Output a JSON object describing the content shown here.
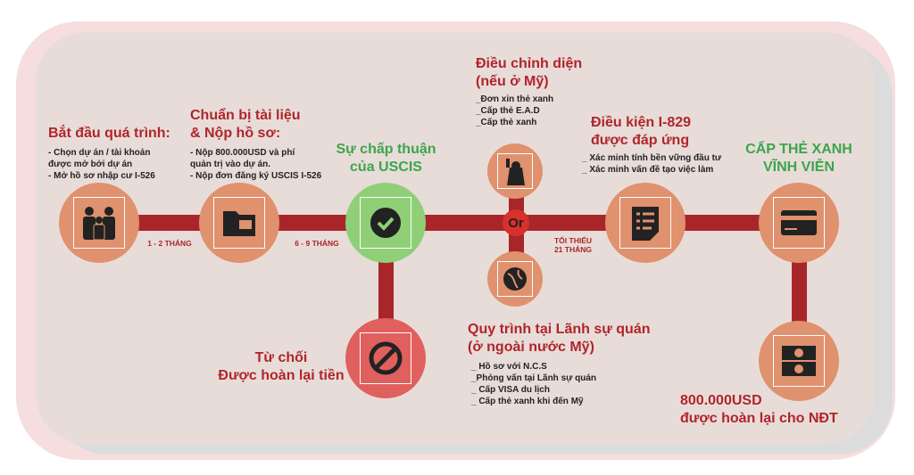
{
  "steps": {
    "start": {
      "title": "Bắt đầu quá trình:",
      "items": "- Chọn dự án / tài khoản\nđược mở bởi dự án\n- Mở hồ sơ nhập cư I-526"
    },
    "prepare": {
      "title1": "Chuẩn bị tài liệu",
      "title2": "& Nộp hồ sơ:",
      "items": "- Nộp 800.000USD và phí\nquản trị vào dự án.\n- Nộp đơn đăng ký USCIS I-526"
    },
    "approval": {
      "title1": "Sự chấp thuận",
      "title2": "của USCIS"
    },
    "adjust": {
      "title1": "Điều chỉnh diện",
      "title2": "(nếu ở Mỹ)",
      "items": "_Đơn xin thẻ xanh\n_Cấp thẻ E.A.D\n_Cấp thẻ xanh"
    },
    "or": "Or",
    "consular": {
      "title1": "Quy trình tại Lãnh sự quán",
      "title2": "(ở ngoài nước Mỹ)",
      "items": "_ Hồ sơ với N.C.S\n_Phỏng vấn tại Lãnh sự quán\n_ Cấp VISA du lịch\n_ Cấp thẻ xanh khi đến Mỹ"
    },
    "i829": {
      "title1": "Điều kiện I-829",
      "title2": "được đáp ứng",
      "items": "_ Xác minh tính bền vững đầu tư\n_ Xác minh vấn đề tạo việc làm"
    },
    "greencard": {
      "title1": "CẤP THẺ XANH",
      "title2": "VĨNH VIỄN"
    },
    "reject": {
      "title1": "Từ chối",
      "title2": "Được hoàn lại tiền"
    },
    "refund": {
      "title1": "800.000USD",
      "title2": "được hoàn lại cho NĐT"
    }
  },
  "durations": {
    "d1": "1 - 2 THÁNG",
    "d2": "6 - 9 THÁNG",
    "d3a": "TỐI THIỂU",
    "d3b": "21 THÁNG"
  },
  "colors": {
    "line": "#a8262a",
    "circle": "#e0916e",
    "approve": "#8fcf78",
    "reject": "#e0605e"
  }
}
